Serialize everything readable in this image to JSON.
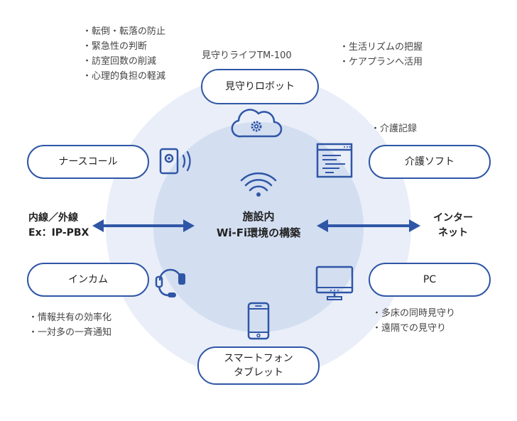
{
  "colors": {
    "outer_circle": "#e9eef8",
    "inner_circle": "#d3def1",
    "accent": "#2f56a6",
    "border": "#2f56a6"
  },
  "center": {
    "line1": "施設内",
    "line2": "Wi-Fi環境の構築"
  },
  "robot": {
    "product_name": "見守りライフTM-100",
    "label": "見守りロボット",
    "left_notes": [
      "転倒・転落の防止",
      "緊急性の判断",
      "訪室回数の削減",
      "心理的負担の軽減"
    ],
    "right_notes": [
      "生活リズムの把握",
      "ケアプランへ活用"
    ]
  },
  "nurse_call": {
    "label": "ナースコール"
  },
  "care_software": {
    "label": "介護ソフト",
    "notes": [
      "介護記録"
    ]
  },
  "intercom": {
    "label": "インカム",
    "notes": [
      "情報共有の効率化",
      "一対多の一斉通知"
    ]
  },
  "pc": {
    "label": "PC",
    "notes": [
      "多床の同時見守り",
      "遠隔での見守り"
    ]
  },
  "smartphone": {
    "line1": "スマートフォン",
    "line2": "タブレット"
  },
  "left_link": {
    "line1": "内線／外線",
    "line2": "Ex：IP-PBX"
  },
  "right_link": {
    "line1": "インター",
    "line2": "ネット"
  },
  "icons": [
    "cloud-gear-icon",
    "sensor-device-icon",
    "software-window-icon",
    "wifi-icon",
    "headset-icon",
    "monitor-icon",
    "smartphone-icon"
  ]
}
